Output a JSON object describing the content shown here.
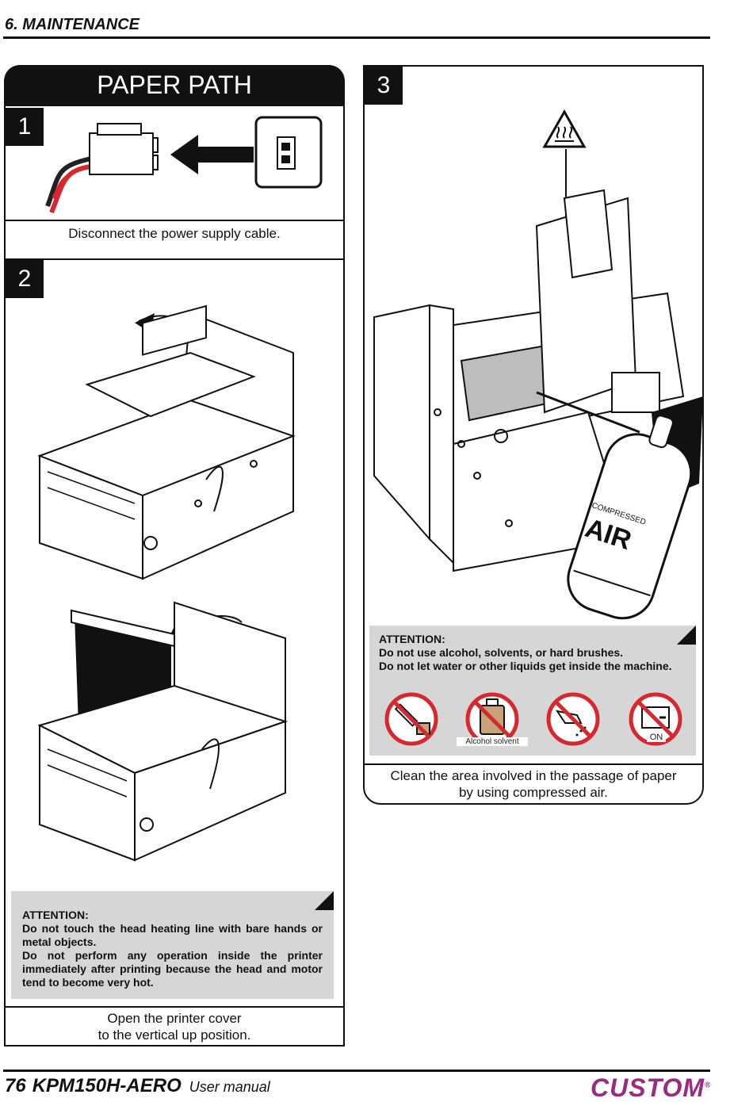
{
  "header": {
    "section": "6. MAINTENANCE"
  },
  "left": {
    "title": "PAPER PATH",
    "step1": {
      "number": "1",
      "caption": "Disconnect the power supply cable."
    },
    "step2": {
      "number": "2",
      "attention": {
        "title": "ATTENTION:",
        "lines": [
          "Do not touch the head heating line with bare hands or metal objects.",
          "Do not perform any operation inside the printer immediately after printing because the head and motor tend to become very hot."
        ]
      },
      "caption_lines": [
        "Open the printer cover",
        "to the vertical up position."
      ]
    }
  },
  "right": {
    "step3": {
      "number": "3",
      "can_label_small": "COMPRESSED",
      "can_label_big": "AIR",
      "attention": {
        "title": "ATTENTION:",
        "lines": [
          "Do not use alcohol, solvents, or hard brushes.",
          "Do not let water or other liquids get inside the machine."
        ]
      },
      "icons": [
        {
          "name": "no-brush-icon",
          "label": ""
        },
        {
          "name": "no-alcohol-solvent-icon",
          "label": "Alcohol solvent"
        },
        {
          "name": "no-liquid-icon",
          "label": ""
        },
        {
          "name": "no-power-on-icon",
          "label": "ON"
        }
      ],
      "caption_lines": [
        "Clean the area involved in the passage of paper",
        "by using compressed air."
      ]
    }
  },
  "footer": {
    "page": "76",
    "model": "KPM150H-AERO",
    "manual": "User manual",
    "brand": "CUSTOM"
  },
  "colors": {
    "brand": "#9b2a82",
    "attention_bg": "#d6d6d6",
    "prohibit_red": "#d8282f"
  }
}
